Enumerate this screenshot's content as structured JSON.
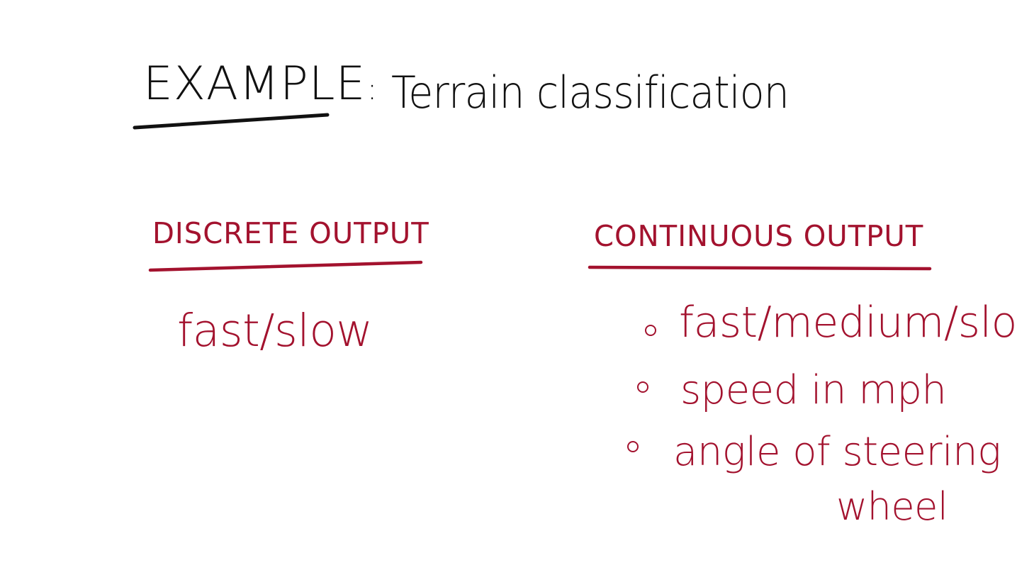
{
  "title": {
    "main": "EXAMPLE",
    "separator": ":",
    "subtitle": "Terrain classification"
  },
  "discrete": {
    "heading": "DISCRETE OUTPUT",
    "item": "fast/slow"
  },
  "continuous": {
    "heading": "CONTINUOUS OUTPUT",
    "items": [
      {
        "label": "fast/medium/slow"
      },
      {
        "label": "speed in mph"
      },
      {
        "label": "angle of steering",
        "label_continuation": "wheel"
      }
    ]
  },
  "colors": {
    "ink_black": "#111111",
    "ink_red": "#a3122e"
  }
}
